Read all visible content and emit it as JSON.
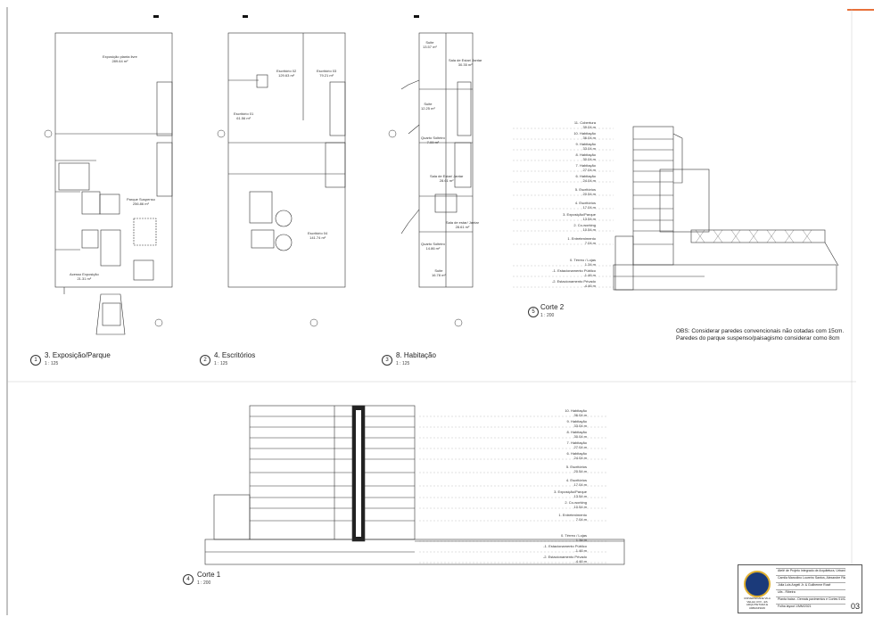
{
  "views": [
    {
      "number": "1",
      "title": "3. Exposição/Parque",
      "scale": "1 : 125"
    },
    {
      "number": "2",
      "title": "4. Escritórios",
      "scale": "1 : 125"
    },
    {
      "number": "3",
      "title": "8. Habitação",
      "scale": "1 : 125"
    },
    {
      "number": "5",
      "title": "Corte 2",
      "scale": "1 : 200"
    },
    {
      "number": "4",
      "title": "Corte 1",
      "scale": "1 : 200"
    }
  ],
  "note": "OBS: Considerar paredes convencionais não cotadas com 15cm. Paredes do parque suspenso/paisagismo considerar como 8cm",
  "plan1_rooms": [
    {
      "name": "Exposição planta livre",
      "area": "289.64 m²"
    },
    {
      "name": "Parque Suspenso",
      "area": "256.86 m²"
    },
    {
      "name": "Acesso Exposição",
      "area": "21.31 m²"
    }
  ],
  "plan2_rooms": [
    {
      "name": "Escritório 02",
      "area": "129.63 m²"
    },
    {
      "name": "Escritório 03",
      "area": "79.21 m²"
    },
    {
      "name": "Escritório 01",
      "area": "61.56 m²"
    },
    {
      "name": "Escritório 04",
      "area": "141.74 m²"
    }
  ],
  "plan3_rooms": [
    {
      "name": "Suite",
      "area": "13.57 m²"
    },
    {
      "name": "Sala de Estar/ Jantar",
      "area": "30.35 m²"
    },
    {
      "name": "Suite",
      "area": "12.25 m²"
    },
    {
      "name": "Quarto Solteiro",
      "area": "7.09 m²"
    },
    {
      "name": "Sala de Estar/ Jantar",
      "area": "28.61 m²"
    },
    {
      "name": "Sala de estar/ Jantar",
      "area": "28.61 m²"
    },
    {
      "name": "Quarto Solteiro",
      "area": "14.86 m²"
    },
    {
      "name": "Suite",
      "area": "16.78 m²"
    }
  ],
  "corte2_levels": [
    {
      "name": "11. Cobertura",
      "elev": "39.04 m"
    },
    {
      "name": "10. Habitação",
      "elev": "36.04 m"
    },
    {
      "name": "9. Habitação",
      "elev": "33.04 m"
    },
    {
      "name": "8. Habitação",
      "elev": "30.04 m"
    },
    {
      "name": "7. Habitação",
      "elev": "27.04 m"
    },
    {
      "name": "6. Habitação",
      "elev": "24.04 m"
    },
    {
      "name": "5. Escritórios",
      "elev": "20.54 m"
    },
    {
      "name": "4. Escritórios",
      "elev": "17.04 m"
    },
    {
      "name": "3. Exposição/Parque",
      "elev": "13.54 m"
    },
    {
      "name": "2. Co-working",
      "elev": "10.54 m"
    },
    {
      "name": "1. Entretenimento",
      "elev": "7.04 m"
    },
    {
      "name": "0. Térreo / Lojas",
      "elev": "1.34 m"
    },
    {
      "name": "-1. Estacionamento Público",
      "elev": "-1.46 m"
    },
    {
      "name": "-2. Estacionamento Privado",
      "elev": "-4.46 m"
    }
  ],
  "corte1_levels": [
    {
      "name": "10. Habitação",
      "elev": "36.04 m"
    },
    {
      "name": "9. Habitação",
      "elev": "33.04 m"
    },
    {
      "name": "8. Habitação",
      "elev": "30.04 m"
    },
    {
      "name": "7. Habitação",
      "elev": "27.04 m"
    },
    {
      "name": "6. Habitação",
      "elev": "24.04 m"
    },
    {
      "name": "5. Escritórios",
      "elev": "20.54 m"
    },
    {
      "name": "4. Escritórios",
      "elev": "17.04 m"
    },
    {
      "name": "3. Exposição/Parque",
      "elev": "13.54 m"
    },
    {
      "name": "2. Co-working",
      "elev": "10.54 m"
    },
    {
      "name": "1. Entretenimento",
      "elev": "7.04 m"
    },
    {
      "name": "0. Térreo / Lojas",
      "elev": "1.34 m"
    },
    {
      "name": "-1. Estacionamento Público",
      "elev": "-1.46 m"
    },
    {
      "name": "-2. Estacionamento Privado",
      "elev": "-4.46 m"
    }
  ],
  "title_block": {
    "rows": [
      "Atelê de Projeto Integrado de Arquitetura, Urbanismo e Paisagismo VI",
      "Camila Marcolino Loureiro Santos, Alexandre Ricardo Nicolau & Lúcio Souza",
      "Júlia Luis Angeli Jr. & Guilherme Rosê",
      "Ufa - Ribeira",
      "Planta baixa - Demais pavimentos e Cortes 01/02",
      "Folha layout 1/MM/2021"
    ],
    "university": "UNIVERSIDADE VILA VELHA UVV - ES ARQUITETURA E URBANISMO",
    "sheet": "03"
  },
  "colors": {
    "line": "#333333",
    "accent": "#e8703a",
    "logo": "#1b3a7a"
  }
}
